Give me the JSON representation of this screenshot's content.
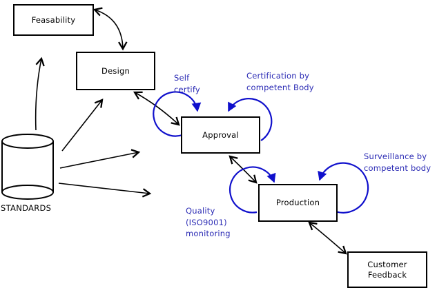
{
  "nodes": {
    "feasibility": {
      "label": "Feasability"
    },
    "design": {
      "label": "Design"
    },
    "approval": {
      "label": "Approval"
    },
    "production": {
      "label": "Production"
    },
    "customer_feedback": {
      "line1": "Customer",
      "line2": "Feedback"
    },
    "standards": {
      "label": "STANDARDS"
    }
  },
  "annotations": {
    "self_certify": {
      "line1": "Self",
      "line2": "certify"
    },
    "certification": {
      "line1": "Certification by",
      "line2": "competent Body"
    },
    "surveillance": {
      "line1": "Surveillance by",
      "line2": "competent body"
    },
    "quality": {
      "line1": "Quality",
      "line2": "(ISO9001)",
      "line3": "monitoring"
    }
  },
  "edges": [
    {
      "from": "feasibility",
      "to": "design",
      "direction": "both",
      "color": "black"
    },
    {
      "from": "standards",
      "to": "feasibility",
      "direction": "one-way",
      "color": "black"
    },
    {
      "from": "standards",
      "to": "design",
      "direction": "one-way",
      "color": "black"
    },
    {
      "from": "standards",
      "to": "approval",
      "direction": "one-way",
      "color": "black"
    },
    {
      "from": "standards",
      "to": "production",
      "direction": "one-way",
      "color": "black"
    },
    {
      "from": "design",
      "to": "approval",
      "direction": "both",
      "color": "black"
    },
    {
      "from": "approval",
      "to": "production",
      "direction": "both",
      "color": "black"
    },
    {
      "from": "production",
      "to": "customer_feedback",
      "direction": "both",
      "color": "black"
    },
    {
      "from": "approval",
      "to": "approval",
      "direction": "self-loop",
      "label": "Self certify",
      "color": "blue"
    },
    {
      "from": "approval",
      "to": "approval",
      "direction": "self-loop",
      "label": "Certification by competent Body",
      "color": "blue"
    },
    {
      "from": "production",
      "to": "production",
      "direction": "self-loop",
      "label": "Quality (ISO9001) monitoring",
      "color": "blue"
    },
    {
      "from": "production",
      "to": "production",
      "direction": "self-loop",
      "label": "Surveillance by competent body",
      "color": "blue"
    }
  ],
  "colors": {
    "annotation-blue": "#2a2ab4",
    "loop-blue": "#1010cc",
    "line-black": "#000000",
    "node-bg": "#ffffff"
  }
}
